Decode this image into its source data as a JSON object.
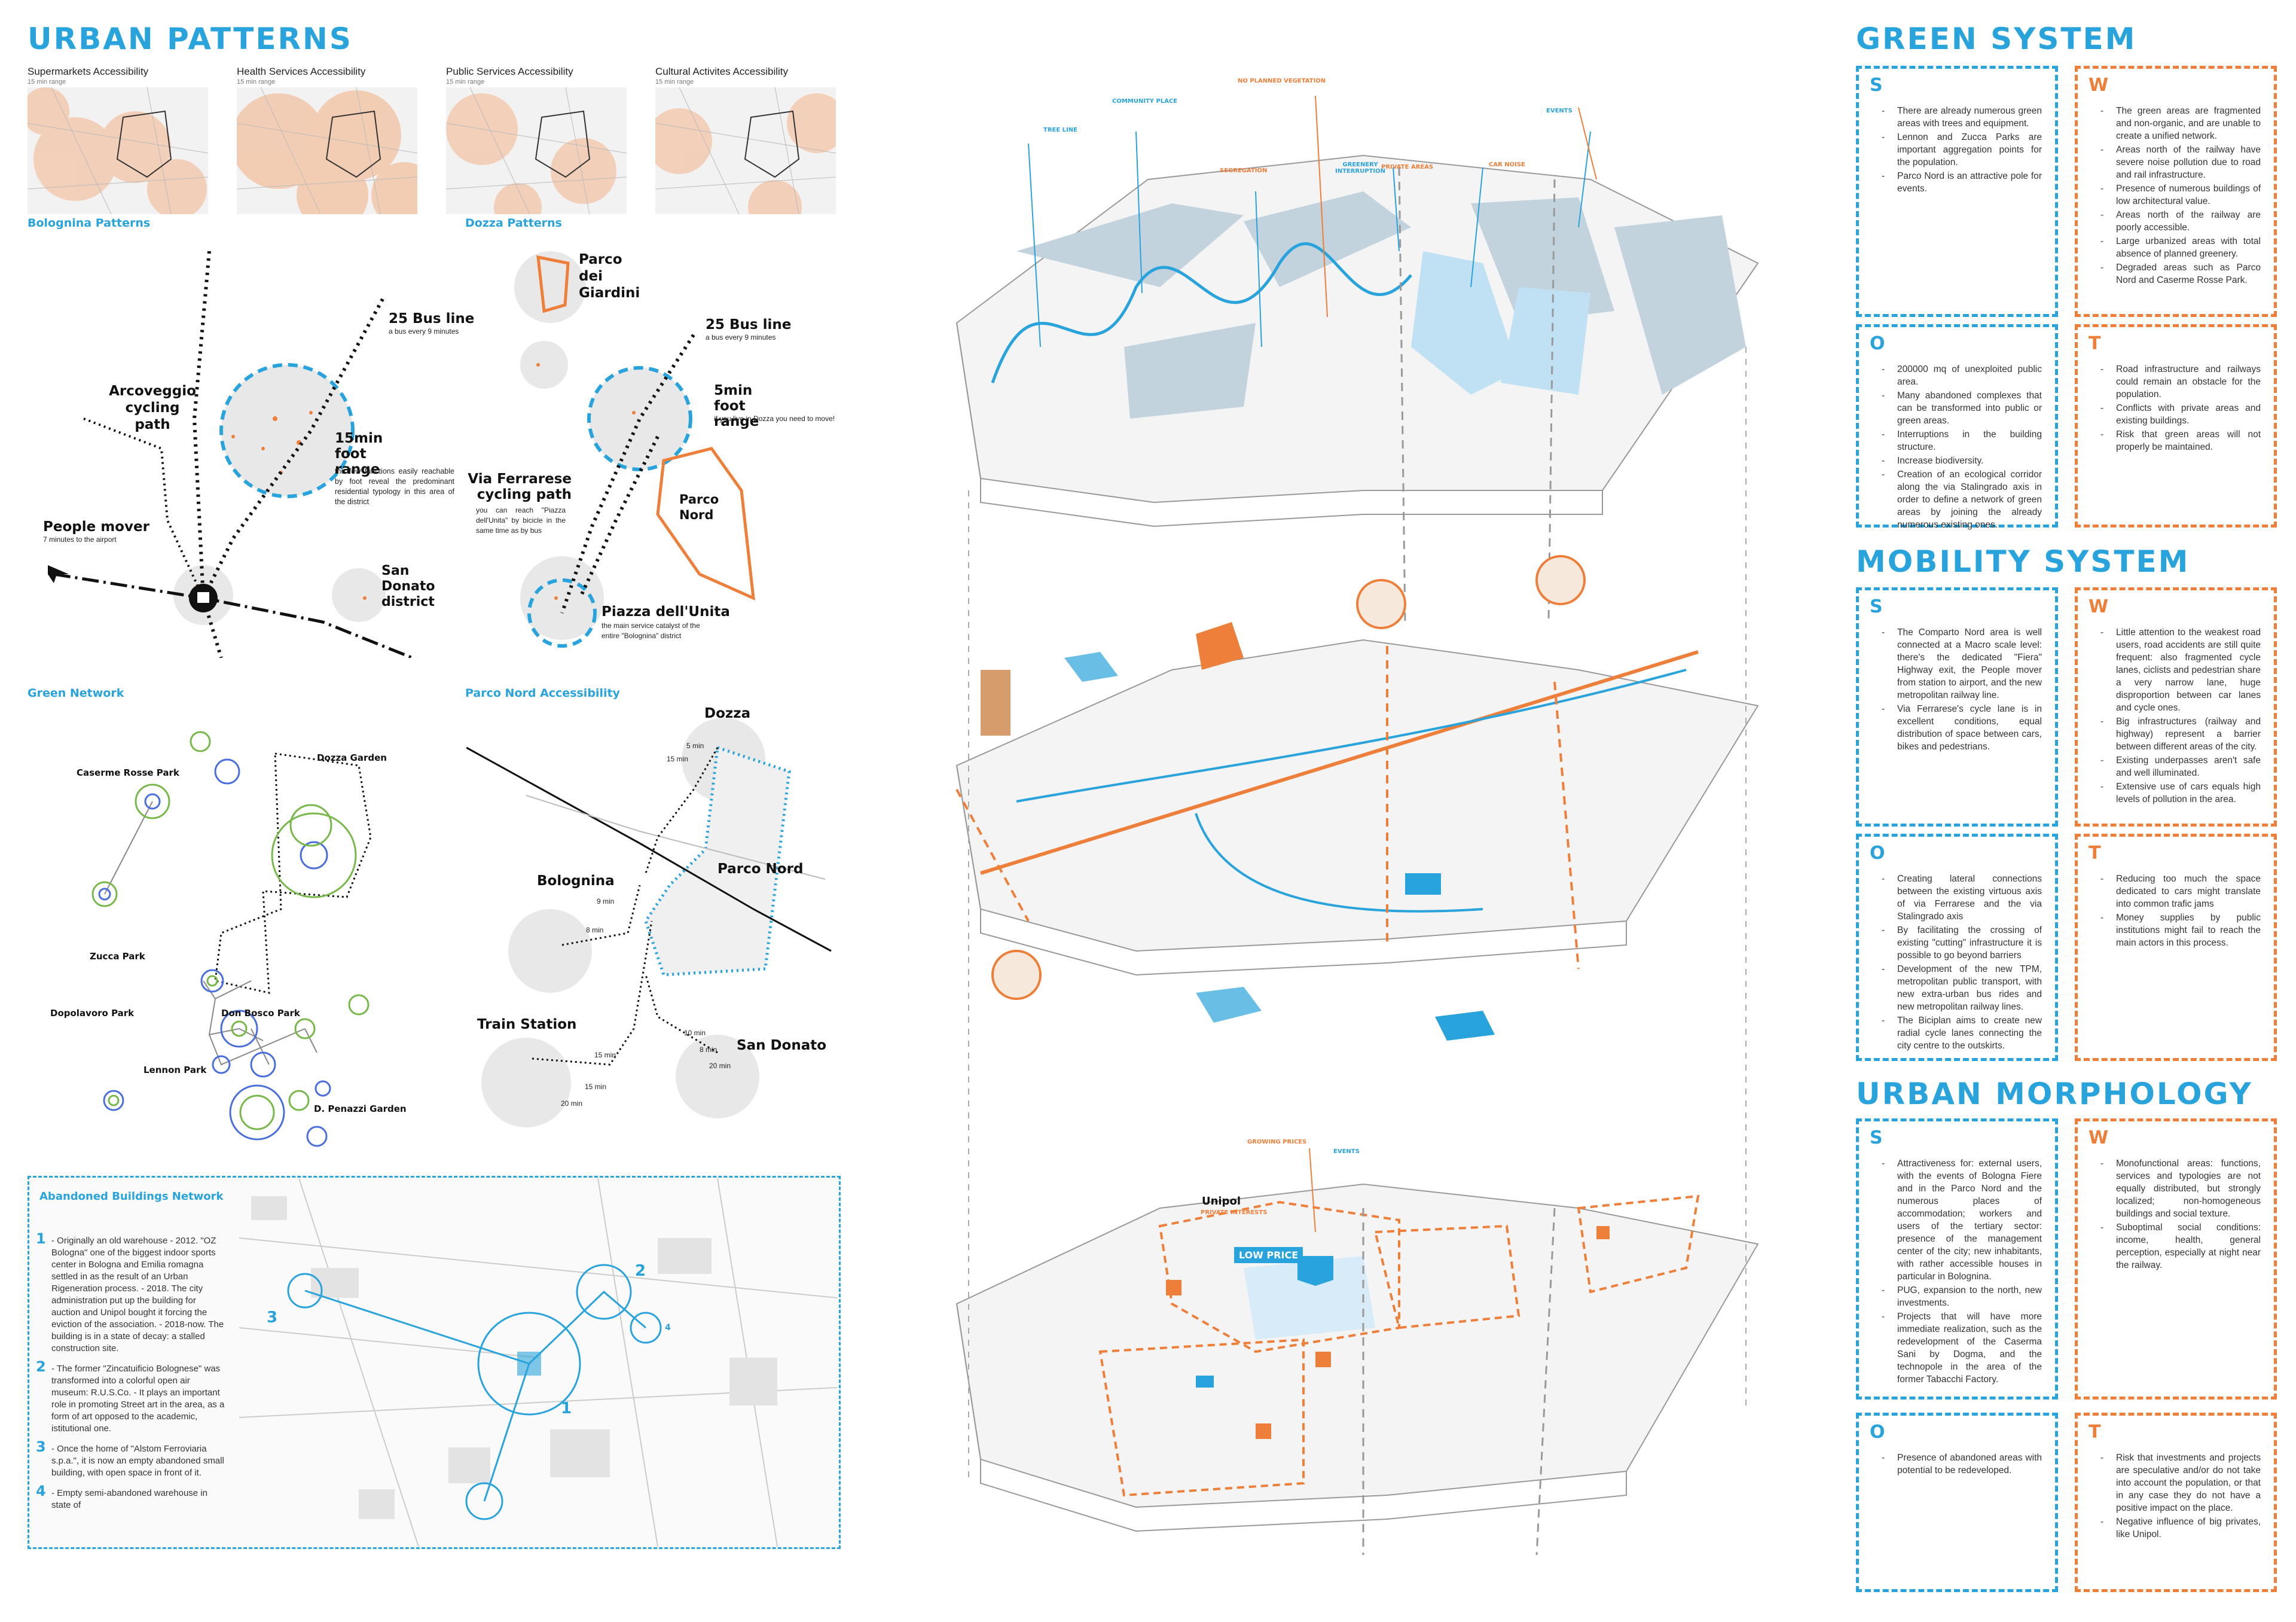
{
  "colors": {
    "accent_blue": "#29a3dc",
    "accent_orange": "#ee7f3a",
    "black": "#111111"
  },
  "left": {
    "title": "URBAN PATTERNS",
    "access_maps": [
      {
        "title": "Supermarkets Accessibility",
        "sub": "15 min range"
      },
      {
        "title": "Health Services Accessibility",
        "sub": "15 min range"
      },
      {
        "title": "Public Services Accessibility",
        "sub": "15 min range"
      },
      {
        "title": "Cultural Activites Accessibility",
        "sub": "15 min range"
      }
    ],
    "bolognina": {
      "title": "Bolognina Patterns",
      "bus_line": "25 Bus line",
      "bus_sub": "a bus every 9 minutes",
      "cycling": "Arcoveggio cycling path",
      "foot": "15min foot range",
      "foot_sub": "the few functions easily reachable by foot reveal the predominant residential typology in this area of the district",
      "people_mover": "People mover",
      "people_mover_sub": "7 minutes to the airport",
      "san_donato": "San Donato district"
    },
    "dozza": {
      "title": "Dozza Patterns",
      "parco_giardini": "Parco dei Giardini",
      "bus_line": "25 Bus line",
      "bus_sub": "a bus every 9 minutes",
      "foot": "5min foot range",
      "foot_sub": "if you live in Dozza you need to move!",
      "via_ferrarese": "Via Ferrarese cycling path",
      "via_ferrarese_sub": "you can reach \"Piazza dell'Unita\" by bicicle in the same time as by bus",
      "parco_nord": "Parco Nord",
      "piazza": "Piazza dell'Unita",
      "piazza_sub": "the main service catalyst of the entire \"Bolognina\" district"
    },
    "green_network": {
      "title": "Green Network",
      "labels": [
        "Caserme Rosse Park",
        "Dozza Garden",
        "Zucca Park",
        "Dopolavoro Park",
        "Don Bosco Park",
        "Lennon Park",
        "D. Penazzi Garden"
      ]
    },
    "parco_nord_access": {
      "title": "Parco Nord Accessibility",
      "dozza": "Dozza",
      "bolognina": "Bolognina",
      "parco_nord": "Parco Nord",
      "train": "Train Station",
      "san_donato": "San Donato",
      "times": [
        "5 min",
        "15 min",
        "9 min",
        "8 min",
        "15 min",
        "15 min",
        "20 min",
        "10 min",
        "8 min",
        "20 min"
      ]
    },
    "abandoned": {
      "title": "Abandoned Buildings Network",
      "items": [
        {
          "n": "1",
          "text": "- Originally an old warehouse - 2012. \"OZ Bologna\" one of the biggest indoor sports center in Bologna and Emilia romagna settled in as the result of an Urban Rigeneration process. - 2018. The city administration put up the building for auction and Unipol bought it forcing the eviction of the association. - 2018-now. The building is in a state of decay: a stalled construction site."
        },
        {
          "n": "2",
          "text": "- The former \"Zincatuificio Bolognese\" was transformed into a colorful open air museum: R.U.S.Co. - It plays an important role in promoting Street art in the area, as a form of art opposed to the academic, istitutional one."
        },
        {
          "n": "3",
          "text": "- Once the home of \"Alstom Ferroviaria s.p.a.\", it is now an empty abandoned small building, with open space in front of it."
        },
        {
          "n": "4",
          "text": "- Empty semi-abandoned warehouse in state of"
        }
      ],
      "markers": [
        "1",
        "2",
        "3",
        "4"
      ]
    }
  },
  "center": {
    "top_labels": [
      "TREE LINE",
      "COMMUNITY PLACE",
      "NO PLANNED VEGETATION",
      "SEGREGATION",
      "GREENERY INTERRUPTION",
      "PRIVATE AREAS",
      "CAR NOISE",
      "EVENTS"
    ],
    "bottom_labels": [
      "GROWING PRICES",
      "EVENTS",
      "Unipol",
      "PRIVATE INTERESTS",
      "LOW PRICE"
    ]
  },
  "right": {
    "green": {
      "title": "GREEN SYSTEM",
      "S": [
        "There are already numerous green areas with trees and equipment.",
        "Lennon and Zucca Parks are important aggregation points for the population.",
        "Parco Nord is an attractive pole for events."
      ],
      "W": [
        "The green areas are fragmented and non-organic, and are unable to create a unified network.",
        "Areas north of the railway have severe noise pollution due to road and rail infrastructure.",
        "Presence of numerous buildings of low architectural value.",
        "Areas north of the railway are poorly accessible.",
        "Large urbanized areas with total absence of planned greenery.",
        "Degraded areas such as Parco Nord and Caserme Rosse Park."
      ],
      "O": [
        "200000 mq of unexploited public area.",
        "Many abandoned complexes that can be transformed into public or green areas.",
        "Interruptions in the building structure.",
        "Increase biodiversity.",
        "Creation of an ecological corridor along the via Stalingrado axis in order to define a network of green areas by joining the already numerous existing ones."
      ],
      "T": [
        "Road infrastructure and railways could remain an obstacle for the population.",
        "Conflicts with private areas and existing buildings.",
        "Risk that green areas will not properly be maintained."
      ]
    },
    "mobility": {
      "title": "MOBILITY SYSTEM",
      "S": [
        "The Comparto Nord area is well connected at a Macro scale level: there's the dedicated \"Fiera\" Highway exit, the People mover from station to airport, and the new metropolitan railway line.",
        "Via Ferrarese's cycle lane is in excellent conditions, equal distribution of space between cars, bikes and pedestrians."
      ],
      "W": [
        "Little attention to the weakest road users, road accidents are still quite frequent: also fragmented cycle lanes, ciclists and pedestrian share a very narrow lane, huge disproportion between car lanes and cycle ones.",
        "Big infrastructures (railway and highway) represent a barrier between different areas of the city.",
        "Existing underpasses aren't safe and well illuminated.",
        "Extensive use of cars equals high levels of pollution in the area."
      ],
      "O": [
        "Creating lateral connections between the existing virtuous axis of via Ferrarese and the via Stalingrado axis",
        "By facilitating the crossing of existing \"cutting\" infrastructure it is possible to go beyond barriers",
        "Development of the new TPM, metropolitan public transport, with new extra-urban bus rides and new metropolitan railway lines.",
        "The Biciplan aims to create new radial cycle lanes connecting the city centre to the outskirts."
      ],
      "T": [
        "Reducing too much the space dedicated to cars might translate into common trafic jams",
        "Money supplies by public institutions might fail to reach the main actors in this process."
      ]
    },
    "morphology": {
      "title": "URBAN MORPHOLOGY",
      "S": [
        "Attractiveness for: external users, with the events of Bologna Fiere and in the Parco Nord and the numerous places of accommodation; workers and users of the tertiary sector: presence of the management center of the city; new inhabitants, with rather accessible houses in particular in Bolognina.",
        "PUG, expansion to the north, new investments.",
        "Projects that will have more immediate realization, such as the redevelopment of the Caserma Sani by Dogma, and the technopole in the area of the former Tabacchi Factory."
      ],
      "W": [
        "Monofunctional areas: functions, services and typologies are not equally distributed, but strongly localized; non-homogeneous buildings and social texture.",
        "Suboptimal social conditions: income, health, general perception, especially at night near the railway."
      ],
      "O": [
        "Presence of abandoned areas with potential to be redeveloped."
      ],
      "T": [
        "Risk that investments and projects are speculative and/or do not take into account the population, or that in any case they do not have a positive impact on the place.",
        "Negative influence of big privates, like Unipol."
      ]
    }
  }
}
